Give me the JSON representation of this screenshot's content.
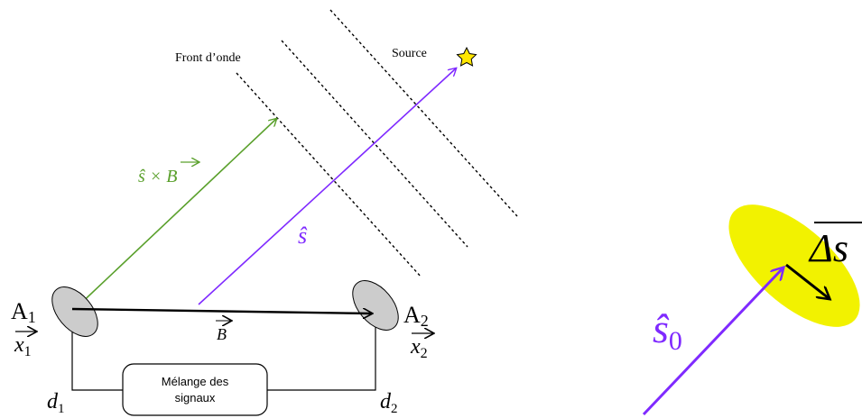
{
  "labels": {
    "wavefront": "Front d’onde",
    "source": "Source",
    "s_cross_B": "ŝ × B",
    "s_hat": "ŝ",
    "A1": "A",
    "A1_sub": "1",
    "A2": "A",
    "A2_sub": "2",
    "x1": "x",
    "x1_sub": "1",
    "x2": "x",
    "x2_sub": "2",
    "B": "B",
    "d1": "d",
    "d1_sub": "1",
    "d2": "d",
    "d2_sub": "2",
    "mixer_line1": "Mélange des",
    "mixer_line2": "signaux",
    "s0": "ŝ",
    "s0_sub": "0",
    "delta_s": "Δs"
  },
  "colors": {
    "green": "#5aa02c",
    "violet": "#7f2aff",
    "yellow": "#f2f200",
    "antenna_fill": "#cccccc",
    "star_fill": "#ffe600"
  }
}
